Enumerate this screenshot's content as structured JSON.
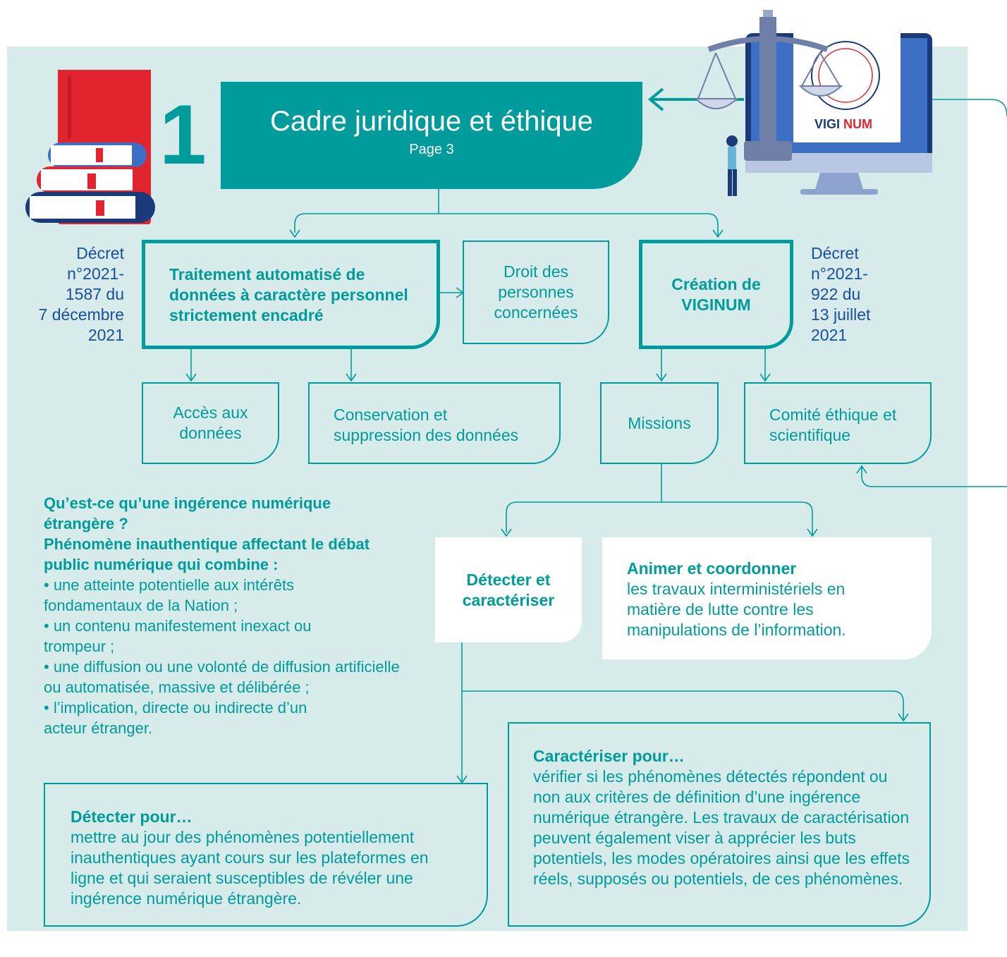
{
  "section_number": "1",
  "title": "Cadre juridique et éthique",
  "title_page": "Page 3",
  "logo_text": {
    "part1": "VIGI",
    "part2": "NUM"
  },
  "decret_left": [
    "Décret",
    "n°2021-",
    "1587 du",
    "7 décembre",
    "2021"
  ],
  "decret_right": [
    "Décret",
    "n°2021-",
    "922 du",
    "13 juillet",
    "2021"
  ],
  "boxes": {
    "traitement": "Traitement automatisé de données à caractère personnel strictement encadré",
    "droit": "Droit des personnes concernées",
    "creation": "Création de VIGINUM",
    "acces": "Accès aux données",
    "conservation": "Conservation et suppression des données",
    "missions": "Missions",
    "comite": "Comité éthique et scientifique",
    "detecter_caracteriser": "Détecter et caractériser",
    "animer_title": "Animer et coordonner",
    "animer_body": "les travaux interministériels en matière de lutte contre les manipulations de l’information."
  },
  "definition": {
    "heading": "Qu’est-ce qu’une ingérence numérique étrangère ?",
    "intro": "Phénomène inauthentique affectant le débat public numérique qui combine :",
    "items": [
      "• une atteinte potentielle aux intérêts fondamentaux de la Nation ;",
      "• un contenu manifestement inexact ou trompeur ;",
      "• une diffusion ou une volonté de diffusion artificielle ou automatisée, massive et délibérée ;",
      "• l’implication, directe ou indirecte d’un acteur étranger."
    ]
  },
  "detecter_pour": {
    "title": "Détecter pour…",
    "body": "mettre au jour des phénomènes potentiellement inauthentiques ayant cours sur les plateformes en ligne et qui seraient susceptibles de révéler une ingérence numérique étrangère."
  },
  "caracteriser_pour": {
    "title": "Caractériser pour…",
    "body": "vérifier si les phénomènes détectés répondent ou non aux critères de définition d’une ingérence numérique étrangère. Les travaux de caractérisation peuvent également viser à apprécier les buts potentiels, les modes opératoires ainsi que les effets réels, supposés ou potentiels, de ces phénomènes."
  },
  "colors": {
    "teal": "#009b9b",
    "blue_text": "#1a4ea0",
    "panel": "#d6ebea",
    "red": "#e1242e",
    "navy": "#1b3a7a"
  },
  "icons": [
    "books-icon",
    "justice-scale-icon",
    "monitor-icon"
  ]
}
